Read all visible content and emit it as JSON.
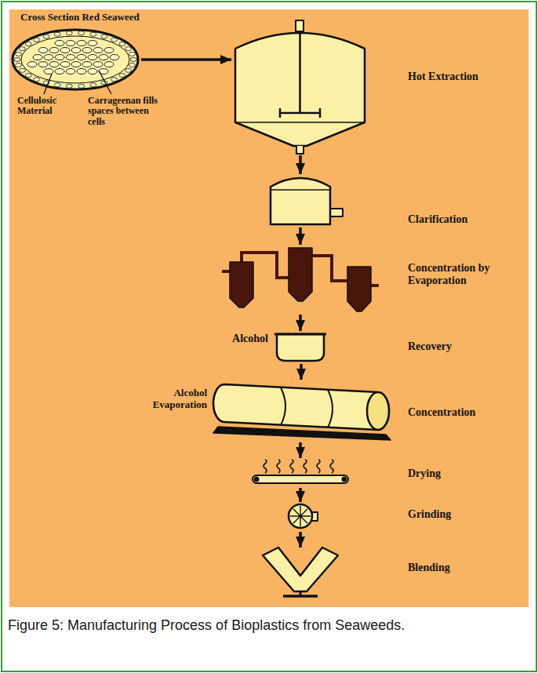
{
  "diagram": {
    "caption": "Figure 5: Manufacturing Process of Bioplastics from Seaweeds.",
    "nodes": [
      {
        "text": [
          "Cross Section Red Seaweed",
          "Cellulosic Material",
          "Carrageenan fills spaces between cells"
        ]
      },
      {
        "text": [
          "Hot Extraction"
        ]
      },
      {
        "text": [
          "Clarification"
        ]
      },
      {
        "text": [
          "Concentration by Evaporation"
        ]
      },
      {
        "text": [
          "Alcohol",
          "Recovery"
        ]
      },
      {
        "text": [
          "Alcohol Evaporation",
          "Concentration"
        ]
      },
      {
        "text": [
          "Drying"
        ]
      },
      {
        "text": [
          "Grinding"
        ]
      },
      {
        "text": [
          "Blending"
        ]
      }
    ],
    "edges": [
      {
        "from": 0,
        "to": 1,
        "arrow": "to"
      },
      {
        "from": 1,
        "to": 2,
        "arrow": "to"
      },
      {
        "from": 2,
        "to": 3,
        "arrow": "to"
      },
      {
        "from": 3,
        "to": 4,
        "arrow": "to"
      },
      {
        "from": 4,
        "to": 5,
        "arrow": "to"
      },
      {
        "from": 5,
        "to": 6,
        "arrow": "to"
      },
      {
        "from": 6,
        "to": 7,
        "arrow": "to"
      },
      {
        "from": 7,
        "to": 8,
        "arrow": "to"
      }
    ]
  }
}
